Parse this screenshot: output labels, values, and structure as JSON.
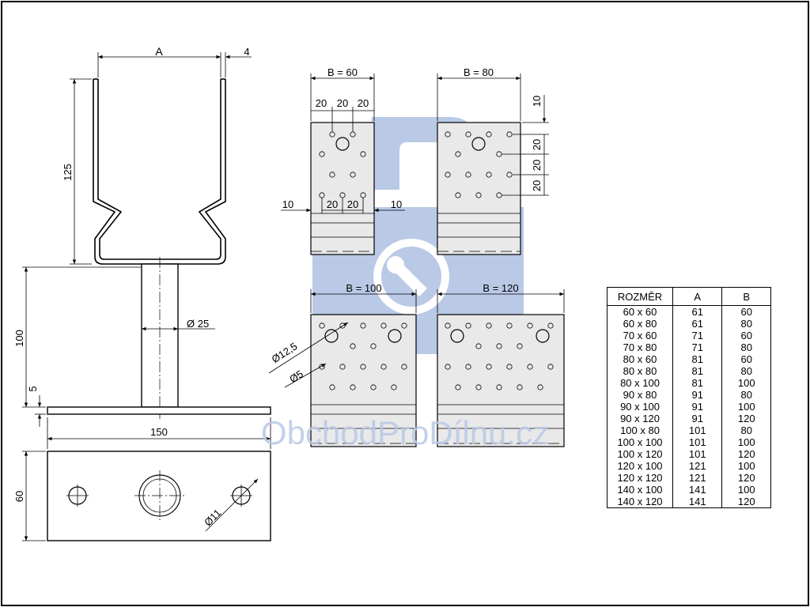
{
  "brand": {
    "watermark_text": "ObchodProDílnu.cz",
    "watermark_color": "#b9c9e6",
    "logo_icon": "wrench-padlock-icon"
  },
  "dimensions": {
    "a": "A",
    "four": "4",
    "h125": "125",
    "h100": "100",
    "h5": "5",
    "dia25": "Ø 25",
    "w150": "150",
    "h60": "60",
    "dia11": "Ø11"
  },
  "plates": [
    {
      "label": "B = 60",
      "d1": "20",
      "d2": "20",
      "d3": "20",
      "left10": "10",
      "b1": "20",
      "b2": "20",
      "right10": "10"
    },
    {
      "label": "B = 80",
      "top10": "10",
      "v1": "20",
      "v2": "20",
      "v3": "20"
    },
    {
      "label": "B = 100",
      "dia_large": "Ø12,5",
      "dia_small": "Ø5"
    },
    {
      "label": "B = 120"
    }
  ],
  "table": {
    "headers": [
      "ROZMĚR",
      "A",
      "B"
    ],
    "rows": [
      [
        "60 x 60",
        "61",
        "60"
      ],
      [
        "60 x 80",
        "61",
        "80"
      ],
      [
        "70 x 60",
        "71",
        "60"
      ],
      [
        "70 x 80",
        "71",
        "80"
      ],
      [
        "80 x 60",
        "81",
        "60"
      ],
      [
        "80 x 80",
        "81",
        "80"
      ],
      [
        "80 x 100",
        "81",
        "100"
      ],
      [
        "90 x 80",
        "91",
        "80"
      ],
      [
        "90 x 100",
        "91",
        "100"
      ],
      [
        "90 x 120",
        "91",
        "120"
      ],
      [
        "100 x 80",
        "101",
        "80"
      ],
      [
        "100 x 100",
        "101",
        "100"
      ],
      [
        "100 x 120",
        "101",
        "120"
      ],
      [
        "120 x 100",
        "121",
        "100"
      ],
      [
        "120 x 120",
        "121",
        "120"
      ],
      [
        "140 x 100",
        "141",
        "100"
      ],
      [
        "140 x 120",
        "141",
        "120"
      ]
    ]
  }
}
